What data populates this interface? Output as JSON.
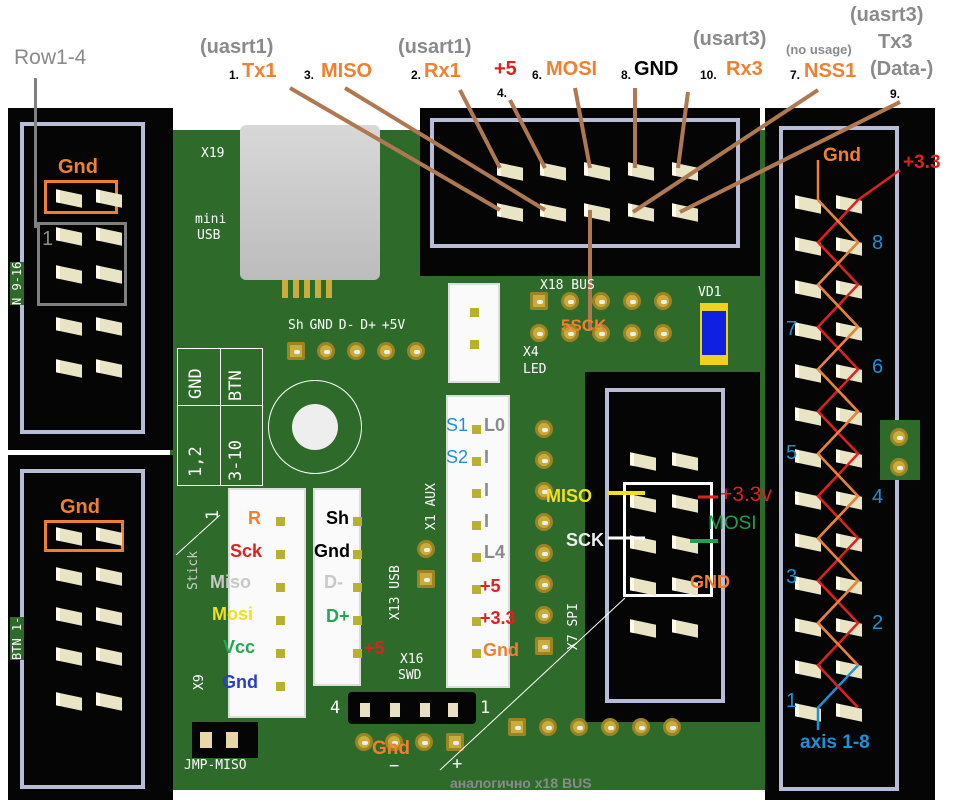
{
  "top_labels": {
    "row1_4": "Row1-4",
    "tx1_group": "(uasrt1)",
    "tx1_num": "1.",
    "tx1": "Tx1",
    "miso_num": "3.",
    "miso": "MISO",
    "rx1_group": "(usart1)",
    "rx1_num": "2.",
    "rx1": "Rx1",
    "plus5": "+5",
    "plus5_num": "4.",
    "mosi_num": "6.",
    "mosi": "MOSI",
    "gnd_num": "8.",
    "gnd": "GND",
    "rx3_group": "(usart3)",
    "rx3_num": "10.",
    "rx3": "Rx3",
    "nss1_note": "(no usage)",
    "nss1_num": "7.",
    "nss1": "NSS1",
    "tx3_group": "(uasrt3)",
    "tx3": "Tx3",
    "tx3_note": "(Data-)",
    "tx3_num": "9."
  },
  "board": {
    "x19": "X19",
    "mini": "mini",
    "usb": "USB",
    "usb_pads": "Sh GND D- D+ +5V",
    "table": {
      "gnd": "GND",
      "btn": "BTN",
      "pins_gnd": "1,2",
      "pins_btn": "3-10"
    },
    "x18_bus": "X18  BUS",
    "sck5": "5SCK",
    "vd1": "VD1",
    "x4": "X4",
    "led": "LED",
    "x1_aux": "X1 AUX",
    "x13_usb": "X13   USB",
    "x9": "X9",
    "stick": "Stick",
    "x9_one": "1",
    "x7_spi": "X7 SPI",
    "x16": "X16",
    "swd": "SWD",
    "swd_4": "4",
    "swd_1": "1",
    "swd_minus": "−",
    "swd_plus": "+",
    "swd_gnd": "Gnd",
    "jmp_miso": "JMP-MISO",
    "analog_note": "аналогично x18 BUS"
  },
  "left_headers": {
    "top": {
      "gnd": "Gnd",
      "pin1": "1",
      "side": "N 9-16"
    },
    "bottom": {
      "gnd": "Gnd",
      "side": "BTN 1-"
    }
  },
  "x9_pins": [
    "R",
    "Sck",
    "Miso",
    "Mosi",
    "Vcc",
    "Gnd"
  ],
  "x13_pins": [
    "Sh",
    "Gnd",
    "D-",
    "D+",
    "+5"
  ],
  "x1_pins": {
    "s1": "S1",
    "s2": "S2",
    "items": [
      "L0",
      "I",
      "I",
      "I",
      "L4",
      "+5",
      "+3.3",
      "Gnd"
    ]
  },
  "x7": {
    "miso": "MISO",
    "v33": "+3.3v",
    "mosi": "MOSI",
    "sck": "SCK",
    "gnd": "GND"
  },
  "right_header": {
    "gnd": "Gnd",
    "v33": "+3.3",
    "axis_numbers": [
      "1",
      "2",
      "3",
      "4",
      "5",
      "6",
      "7",
      "8"
    ],
    "axis_label": "axis 1-8"
  },
  "colors": {
    "pcb": "#2e6a2a",
    "orange": "#f08030",
    "red": "#e02020",
    "blue": "#1e90d8",
    "leader": "#b07850"
  }
}
